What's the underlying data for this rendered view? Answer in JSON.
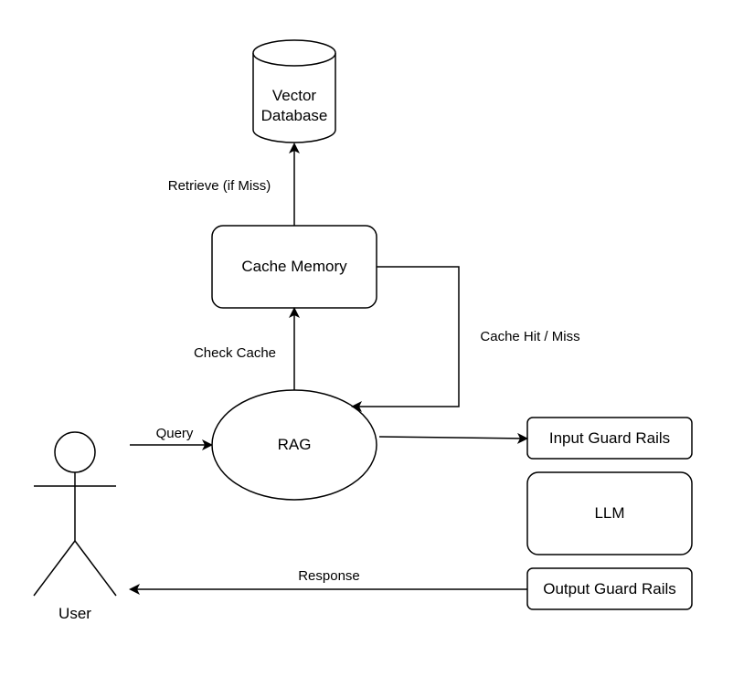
{
  "diagram": {
    "nodes": {
      "vector_db": [
        "Vector",
        "Database"
      ],
      "cache_memory": "Cache Memory",
      "rag": "RAG",
      "user": "User",
      "input_guard": "Input Guard Rails",
      "llm": "LLM",
      "output_guard": "Output Guard Rails"
    },
    "edges": {
      "retrieve": "Retrieve (if Miss)",
      "check_cache": "Check Cache",
      "cache_hit_miss": "Cache Hit / Miss",
      "query": "Query",
      "response": "Response"
    },
    "colors": {
      "stroke": "#000000",
      "fill": "#ffffff"
    }
  }
}
